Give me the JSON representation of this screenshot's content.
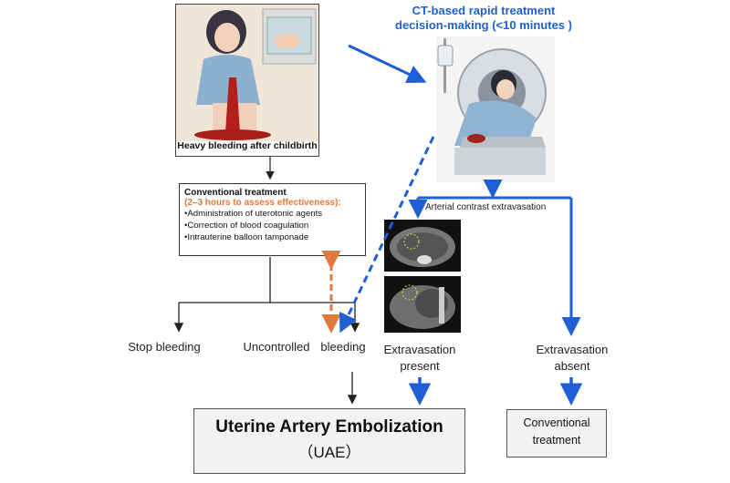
{
  "panel_left": {
    "caption": "Heavy bleeding after childbirth",
    "illustration": "woman-bleeding-after-childbirth-illustration"
  },
  "panel_ct": {
    "title_line1": "CT-based rapid treatment",
    "title_line2": "decision-making (<10 minutes )",
    "illustration": "woman-in-ct-scanner-illustration"
  },
  "conventional": {
    "title": "Conventional treatment",
    "subtitle": "(2–3 hours to assess effectiveness):",
    "items": [
      "•Administration of uterotonic agents",
      "•Correction of blood coagulation",
      "•Intrauterine balloon tamponade"
    ]
  },
  "ct_scans": {
    "label": "Arterial contrast extravasation"
  },
  "outcomes": {
    "stop": "Stop bleeding",
    "uncontrolled": "Uncontrolled",
    "bleeding": "bleeding",
    "present_line1": "Extravasation",
    "present_line2": "present",
    "absent_line1": "Extravasation",
    "absent_line2": "absent"
  },
  "uae": {
    "title": "Uterine Artery Embolization",
    "abbr": "（UAE）"
  },
  "conv_box": {
    "line1": "Conventional",
    "line2": "treatment"
  },
  "colors": {
    "blue": "#1f5fd6",
    "orange": "#e07a3c",
    "black": "#222222"
  }
}
